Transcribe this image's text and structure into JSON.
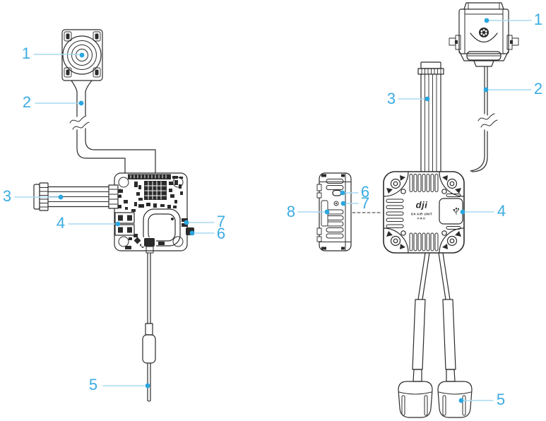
{
  "colors": {
    "background": "#ffffff",
    "ink": "#2b2b2b",
    "accent": "#3aabe2",
    "leader_line": "#a8d8f2",
    "callout_dot": "#2aa7e0"
  },
  "left_diagram": {
    "callouts": {
      "c1": {
        "label": "1"
      },
      "c2": {
        "label": "2"
      },
      "c3": {
        "label": "3"
      },
      "c4": {
        "label": "4"
      },
      "c5": {
        "label": "5"
      },
      "c6": {
        "label": "6"
      },
      "c7": {
        "label": "7"
      }
    }
  },
  "right_diagram": {
    "unit_label": {
      "logo": "dji",
      "model": "O4 AIR UNIT",
      "variant": "PRO"
    },
    "callouts": {
      "c1": {
        "label": "1"
      },
      "c2": {
        "label": "2"
      },
      "c3": {
        "label": "3"
      },
      "c4": {
        "label": "4"
      },
      "c5": {
        "label": "5"
      },
      "c6": {
        "label": "6"
      },
      "c7": {
        "label": "7"
      },
      "c8": {
        "label": "8"
      }
    }
  },
  "icons": {
    "usb_port": "usb-trident-icon",
    "camera_screw": "screw-flower-icon"
  }
}
